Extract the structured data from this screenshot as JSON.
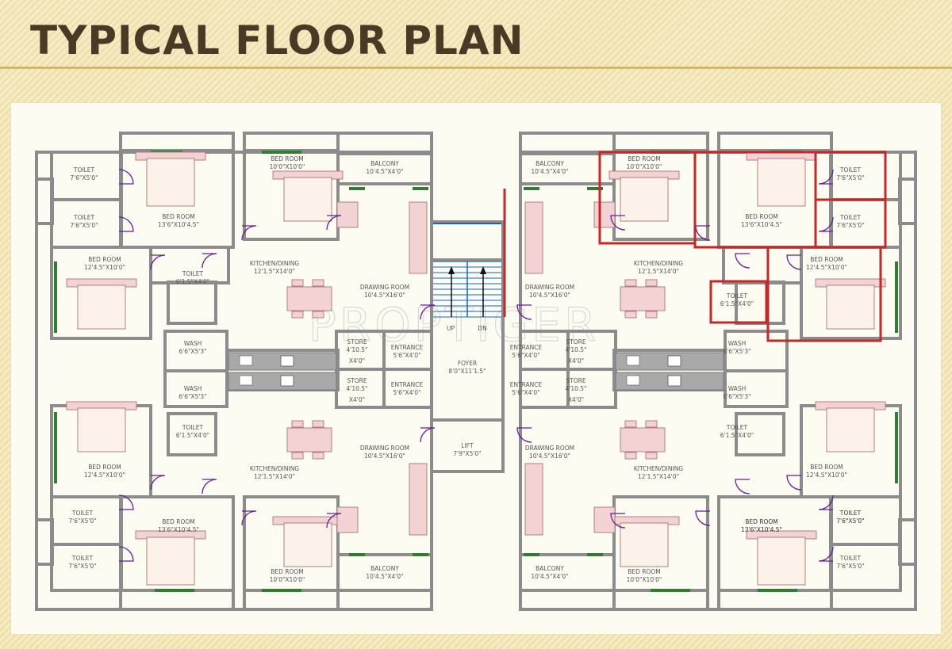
{
  "slide": {
    "title": "TYPICAL FLOOR PLAN",
    "watermark": "PROPTIGER"
  },
  "colors": {
    "wall": "#8c8c8c",
    "window": "#2e7d32",
    "door": "#6a1b9a",
    "furniture": "#f2d2d2",
    "highlight": "#c62828",
    "stair": "#1565c0"
  },
  "stair": {
    "up": "UP",
    "down": "DN"
  },
  "labels": [
    {
      "t": "TOILET",
      "d": "7'6\"X5'0\""
    },
    {
      "t": "TOILET",
      "d": "7'6\"X5'0\""
    },
    {
      "t": "BED ROOM",
      "d": "13'6\"X10'4.5\""
    },
    {
      "t": "BED ROOM",
      "d": "10'0\"X10'0\""
    },
    {
      "t": "BALCONY",
      "d": "10'4.5\"X4'0\""
    },
    {
      "t": "BED ROOM",
      "d": "12'4.5\"X10'0\""
    },
    {
      "t": "KITCHEN/DINING",
      "d": "12'1.5\"X14'0\""
    },
    {
      "t": "TOILET",
      "d": "6'1.5\"X4'0\""
    },
    {
      "t": "DRAWING ROOM",
      "d": "10'4.5\"X16'0\""
    },
    {
      "t": "WASH",
      "d": "6'6\"X5'3\""
    },
    {
      "t": "STORE",
      "d": "4'10.5\""
    },
    {
      "t": "ENTRANCE",
      "d": "5'6\"X4'0\""
    },
    {
      "t": "FOYER",
      "d": "8'0\"X11'1.5\""
    },
    {
      "t": "WASH",
      "d": "6'6\"X5'3\""
    },
    {
      "t": "STORE",
      "d": "4'10.5\""
    },
    {
      "t": "ENTRANCE",
      "d": "5'6\"X4'0\""
    },
    {
      "t": "TOILET",
      "d": "6'1.5\"X4'0\""
    },
    {
      "t": "BED ROOM",
      "d": "12'4.5\"X10'0\""
    },
    {
      "t": "KITCHEN/DINING",
      "d": "12'1.5\"X14'0\""
    },
    {
      "t": "DRAWING ROOM",
      "d": "10'4.5\"X16'0\""
    },
    {
      "t": "LIFT",
      "d": "7'9\"X5'0\""
    },
    {
      "t": "TOILET",
      "d": "7'6\"X5'0\""
    },
    {
      "t": "BED ROOM",
      "d": "13'6\"X10'4.5\""
    },
    {
      "t": "TOILET",
      "d": "7'6\"X5'0\""
    },
    {
      "t": "BED ROOM",
      "d": "10'0\"X10'0\""
    },
    {
      "t": "BALCONY",
      "d": "10'4.5\"X4'0\""
    },
    {
      "t": "BALCONY",
      "d": "10'4.5\"X4'0\""
    },
    {
      "t": "BED ROOM",
      "d": "10'0\"X10'0\""
    },
    {
      "t": "BED ROOM",
      "d": "13'6\"X10'4.5\""
    },
    {
      "t": "TOILET",
      "d": "7'6\"X5'0\""
    },
    {
      "t": "TOILET",
      "d": "7'6\"X5'0\""
    },
    {
      "t": "KITCHEN/DINING",
      "d": "12'1.5\"X14'0\""
    },
    {
      "t": "BED ROOM",
      "d": "12'4.5\"X10'0\""
    },
    {
      "t": "DRAWING ROOM",
      "d": "10'4.5\"X16'0\""
    },
    {
      "t": "TOILET",
      "d": "6'1.5\"X4'0\""
    },
    {
      "t": "ENTRANCE",
      "d": "5'6\"X4'0\""
    },
    {
      "t": "STORE",
      "d": "4'10.5\""
    },
    {
      "t": "WASH",
      "d": "6'6\"X5'3\""
    },
    {
      "t": "ENTRANCE",
      "d": "5'6\"X4'0\""
    },
    {
      "t": "STORE",
      "d": "4'10.5\""
    },
    {
      "t": "WASH",
      "d": "6'6\"X5'3\""
    },
    {
      "t": "TOILET",
      "d": "6'1.5\"X4'0\""
    },
    {
      "t": "BED ROOM",
      "d": "12'4.5\"X10'0\""
    },
    {
      "t": "DRAWING ROOM",
      "d": "10'4.5\"X16'0\""
    },
    {
      "t": "KITCHEN/DINING",
      "d": "12'1.5\"X14'0\""
    },
    {
      "t": "TOILET",
      "d": "7'6\"X5'0\""
    },
    {
      "t": "BED ROOM",
      "d": "13'6\"X10'4.5\""
    },
    {
      "t": "TOILET",
      "d": "7'6\"X5'0\""
    },
    {
      "t": "BALCONY",
      "d": "10'4.5\"X4'0\""
    },
    {
      "t": "BED ROOM",
      "d": "10'0\"X10'0\""
    },
    {
      "t": "BED ROOM",
      "d": "13'6\"X10'4.5\""
    },
    {
      "t": "TOILET",
      "d": "7'6\"X5'0\""
    }
  ],
  "store_extras": [
    "X4'0\"",
    "X4'0\"",
    "X4'0\"",
    "X4'0\""
  ]
}
